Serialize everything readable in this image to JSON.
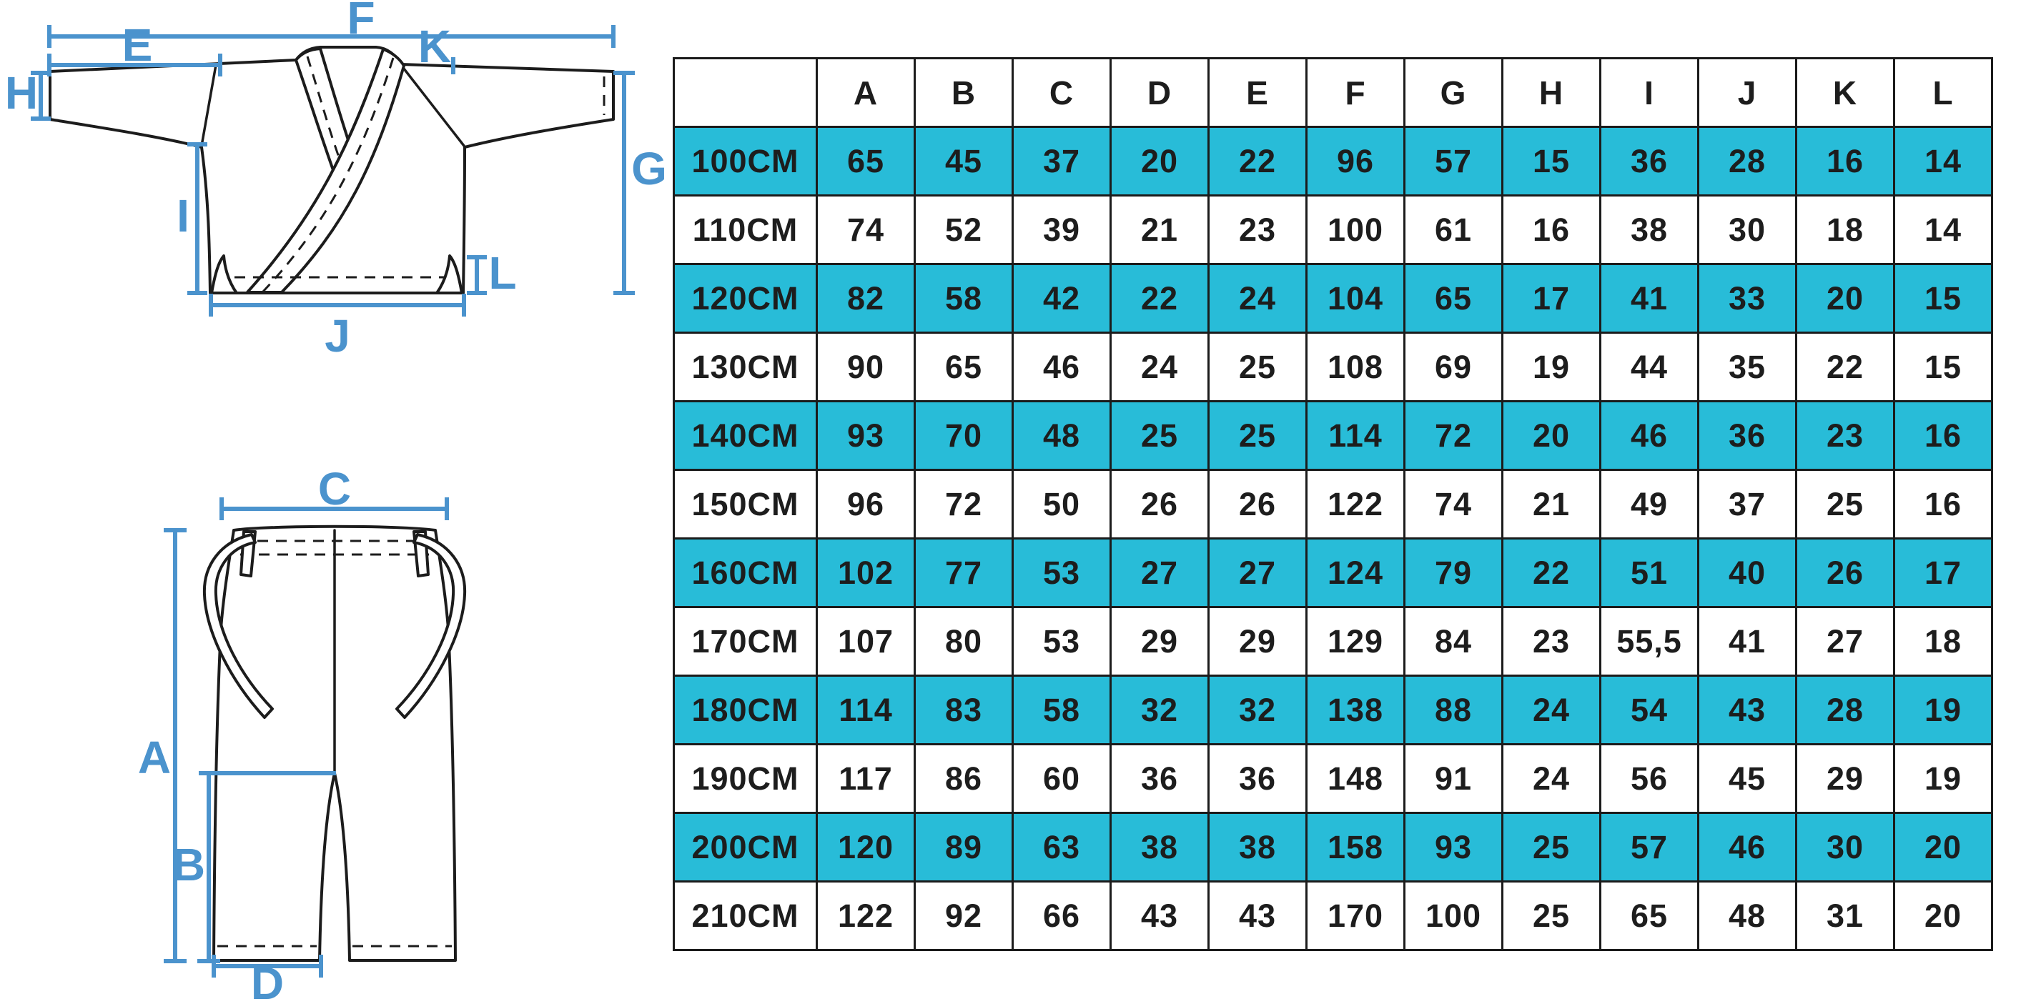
{
  "page": {
    "background": "#ffffff"
  },
  "diagram": {
    "dimension_color": "#4b93cd",
    "outline_color": "#1c1c1c",
    "labels": {
      "jacket": {
        "F": "F",
        "E": "E",
        "K": "K",
        "H": "H",
        "G": "G",
        "I": "I",
        "L": "L",
        "J": "J"
      },
      "pants": {
        "C": "C",
        "A": "A",
        "B": "B",
        "D": "D"
      }
    }
  },
  "chart_data": {
    "type": "table",
    "title": "Martial arts uniform (gi) size chart",
    "columns": [
      "A",
      "B",
      "C",
      "D",
      "E",
      "F",
      "G",
      "H",
      "I",
      "J",
      "K",
      "L"
    ],
    "row_labels": [
      "100CM",
      "110CM",
      "120CM",
      "130CM",
      "140CM",
      "150CM",
      "160CM",
      "170CM",
      "180CM",
      "190CM",
      "200CM",
      "210CM"
    ],
    "rows": [
      [
        "65",
        "45",
        "37",
        "20",
        "22",
        "96",
        "57",
        "15",
        "36",
        "28",
        "16",
        "14"
      ],
      [
        "74",
        "52",
        "39",
        "21",
        "23",
        "100",
        "61",
        "16",
        "38",
        "30",
        "18",
        "14"
      ],
      [
        "82",
        "58",
        "42",
        "22",
        "24",
        "104",
        "65",
        "17",
        "41",
        "33",
        "20",
        "15"
      ],
      [
        "90",
        "65",
        "46",
        "24",
        "25",
        "108",
        "69",
        "19",
        "44",
        "35",
        "22",
        "15"
      ],
      [
        "93",
        "70",
        "48",
        "25",
        "25",
        "114",
        "72",
        "20",
        "46",
        "36",
        "23",
        "16"
      ],
      [
        "96",
        "72",
        "50",
        "26",
        "26",
        "122",
        "74",
        "21",
        "49",
        "37",
        "25",
        "16"
      ],
      [
        "102",
        "77",
        "53",
        "27",
        "27",
        "124",
        "79",
        "22",
        "51",
        "40",
        "26",
        "17"
      ],
      [
        "107",
        "80",
        "53",
        "29",
        "29",
        "129",
        "84",
        "23",
        "55,5",
        "41",
        "27",
        "18"
      ],
      [
        "114",
        "83",
        "58",
        "32",
        "32",
        "138",
        "88",
        "24",
        "54",
        "43",
        "28",
        "19"
      ],
      [
        "117",
        "86",
        "60",
        "36",
        "36",
        "148",
        "91",
        "24",
        "56",
        "45",
        "29",
        "19"
      ],
      [
        "120",
        "89",
        "63",
        "38",
        "38",
        "158",
        "93",
        "25",
        "57",
        "46",
        "30",
        "20"
      ],
      [
        "122",
        "92",
        "66",
        "43",
        "43",
        "170",
        "100",
        "25",
        "65",
        "48",
        "31",
        "20"
      ]
    ],
    "highlight_color": "#28bcd8",
    "highlight_pattern": "alternate-from-first-row",
    "grid": true,
    "legend_position": "none"
  }
}
